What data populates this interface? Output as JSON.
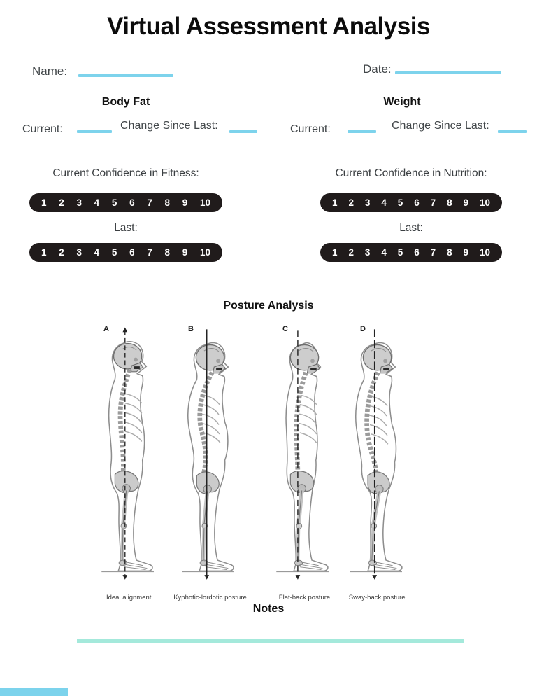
{
  "title": "Virtual Assessment Analysis",
  "colors": {
    "field_line_blue": "#7dd3ec",
    "notes_line_teal": "#a4e9db",
    "scale_pill_black": "#201b1b"
  },
  "fields": {
    "name_label": "Name:",
    "date_label": "Date:"
  },
  "metrics": {
    "body_fat": {
      "heading": "Body Fat",
      "current_label": "Current:",
      "change_label": "Change Since Last:"
    },
    "weight": {
      "heading": "Weight",
      "current_label": "Current:",
      "change_label": "Change Since Last:"
    }
  },
  "confidence": {
    "fitness_label": "Current Confidence in Fitness:",
    "nutrition_label": "Current Confidence in Nutrition:",
    "fitness_last_label": "Last:",
    "nutrition_last_label": "Last:",
    "scale": [
      "1",
      "2",
      "3",
      "4",
      "5",
      "6",
      "7",
      "8",
      "9",
      "10"
    ]
  },
  "posture": {
    "heading": "Posture Analysis",
    "figures": [
      {
        "label": "A",
        "caption": "Ideal alignment."
      },
      {
        "label": "B",
        "caption": "Kyphotic-lordotic posture"
      },
      {
        "label": "C",
        "caption": "Flat-back posture"
      },
      {
        "label": "D",
        "caption": "Sway-back posture."
      }
    ]
  },
  "notes": {
    "heading": "Notes"
  }
}
